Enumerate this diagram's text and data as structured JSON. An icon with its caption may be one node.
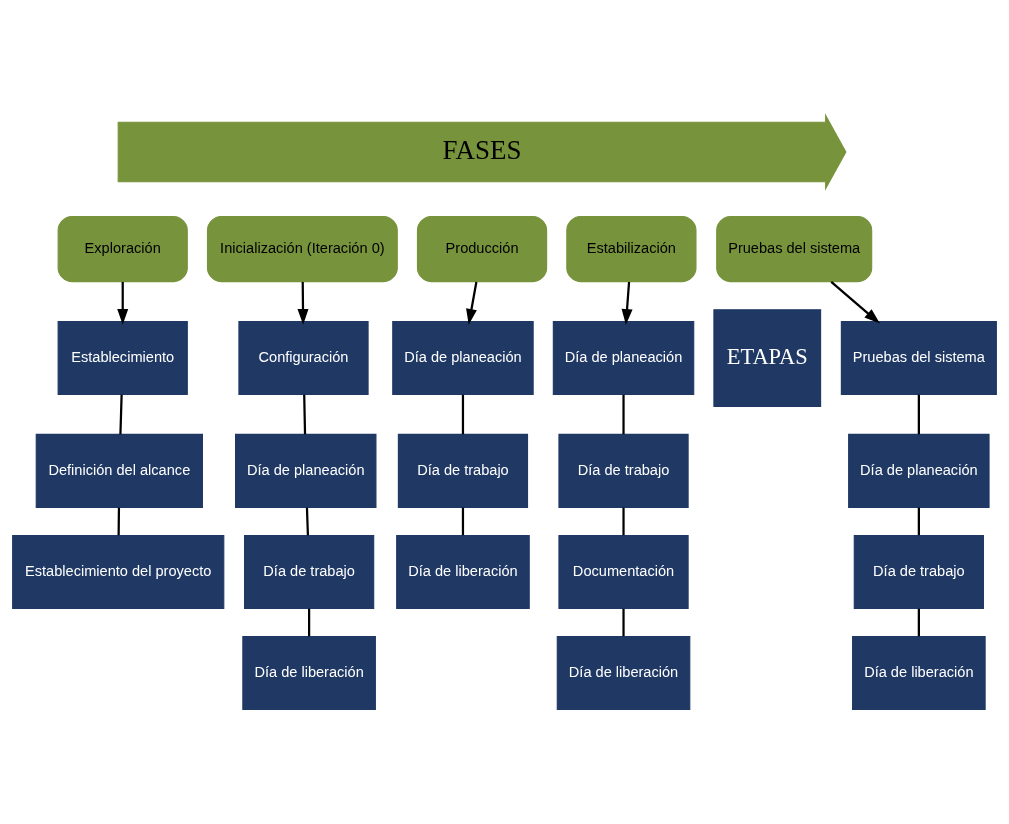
{
  "diagram": {
    "nodes": [
      {
        "text": [
          "FASES"
        ]
      },
      {
        "text": [
          "ETAPAS"
        ]
      },
      {
        "text": [
          "Exploración"
        ]
      },
      {
        "text": [
          "Establecimiento"
        ]
      },
      {
        "text": [
          "Definición del alcance"
        ]
      },
      {
        "text": [
          "Establecimiento del proyecto"
        ]
      },
      {
        "text": [
          "Inicialización (Iteración 0)"
        ]
      },
      {
        "text": [
          "Configuración"
        ]
      },
      {
        "text": [
          "Día de planeación"
        ]
      },
      {
        "text": [
          "Día de trabajo"
        ]
      },
      {
        "text": [
          "Día de liberación"
        ]
      },
      {
        "text": [
          "Producción"
        ]
      },
      {
        "text": [
          "Día de planeación"
        ]
      },
      {
        "text": [
          "Día de trabajo"
        ]
      },
      {
        "text": [
          "Día de liberación"
        ]
      },
      {
        "text": [
          "Estabilización"
        ]
      },
      {
        "text": [
          "Día de planeación"
        ]
      },
      {
        "text": [
          "Día de trabajo"
        ]
      },
      {
        "text": [
          "Documentación"
        ]
      },
      {
        "text": [
          "Día de liberación"
        ]
      },
      {
        "text": [
          "Pruebas del sistema"
        ]
      },
      {
        "text": [
          "Pruebas del sistema"
        ]
      },
      {
        "text": [
          "Día de planeación"
        ]
      },
      {
        "text": [
          "Día de trabajo"
        ]
      },
      {
        "text": [
          "Día de liberación"
        ]
      }
    ],
    "edges": [
      {
        "from": 2,
        "to": 3,
        "arrow": "to"
      },
      {
        "from": 3,
        "to": 4,
        "arrow": "none"
      },
      {
        "from": 4,
        "to": 5,
        "arrow": "none"
      },
      {
        "from": 6,
        "to": 7,
        "arrow": "to"
      },
      {
        "from": 7,
        "to": 8,
        "arrow": "none"
      },
      {
        "from": 8,
        "to": 9,
        "arrow": "none"
      },
      {
        "from": 9,
        "to": 10,
        "arrow": "none"
      },
      {
        "from": 11,
        "to": 12,
        "arrow": "to"
      },
      {
        "from": 12,
        "to": 13,
        "arrow": "none"
      },
      {
        "from": 13,
        "to": 14,
        "arrow": "none"
      },
      {
        "from": 15,
        "to": 16,
        "arrow": "to"
      },
      {
        "from": 16,
        "to": 17,
        "arrow": "none"
      },
      {
        "from": 17,
        "to": 18,
        "arrow": "none"
      },
      {
        "from": 18,
        "to": 19,
        "arrow": "none"
      },
      {
        "from": 20,
        "to": 21,
        "arrow": "to"
      },
      {
        "from": 21,
        "to": 22,
        "arrow": "none"
      },
      {
        "from": 22,
        "to": 23,
        "arrow": "none"
      },
      {
        "from": 23,
        "to": 24,
        "arrow": "none"
      }
    ]
  }
}
